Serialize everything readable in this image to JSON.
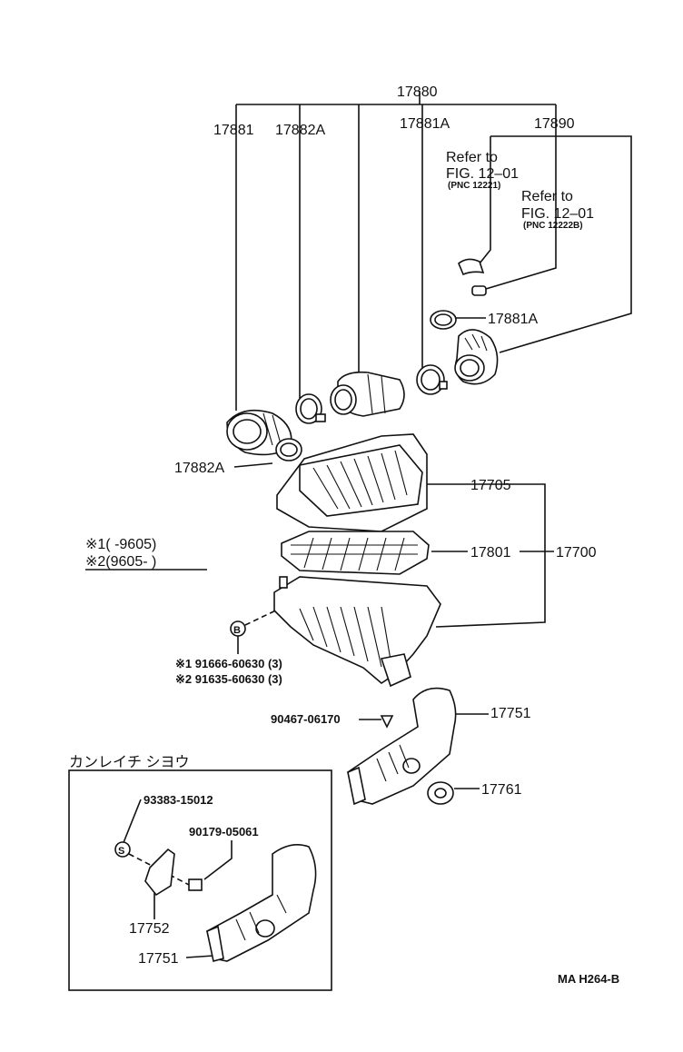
{
  "labels": {
    "p17880": "17880",
    "p17881": "17881",
    "p17882A_top": "17882A",
    "p17881A_top": "17881A",
    "p17890": "17890",
    "ref1_line1": "Refer to",
    "ref1_line2": "FIG. 12–01",
    "ref1_pnc": "(PNC 12221)",
    "ref2_line1": "Refer to",
    "ref2_line2": "FIG. 12–01",
    "ref2_pnc": "(PNC 12222B)",
    "p17881A_side": "17881A",
    "p17882A_side": "17882A",
    "p17705": "17705",
    "p17801": "17801",
    "p17700": "17700",
    "note1": "※1(        -9605)",
    "note2": "※2(9605-           )",
    "bolt_b_symbol": "B",
    "bolt1": "※1 91666-60630 (3)",
    "bolt2": "※2 91635-60630 (3)",
    "p90467": "90467-06170",
    "p17751": "17751",
    "p17761": "17761",
    "inset_title": "カンレイチ シヨウ",
    "p93383": "93383-15012",
    "screw_s_symbol": "S",
    "p90179": "90179-05061",
    "p17752": "17752",
    "p17751_inset": "17751",
    "footer_code": "MA H264-B"
  }
}
